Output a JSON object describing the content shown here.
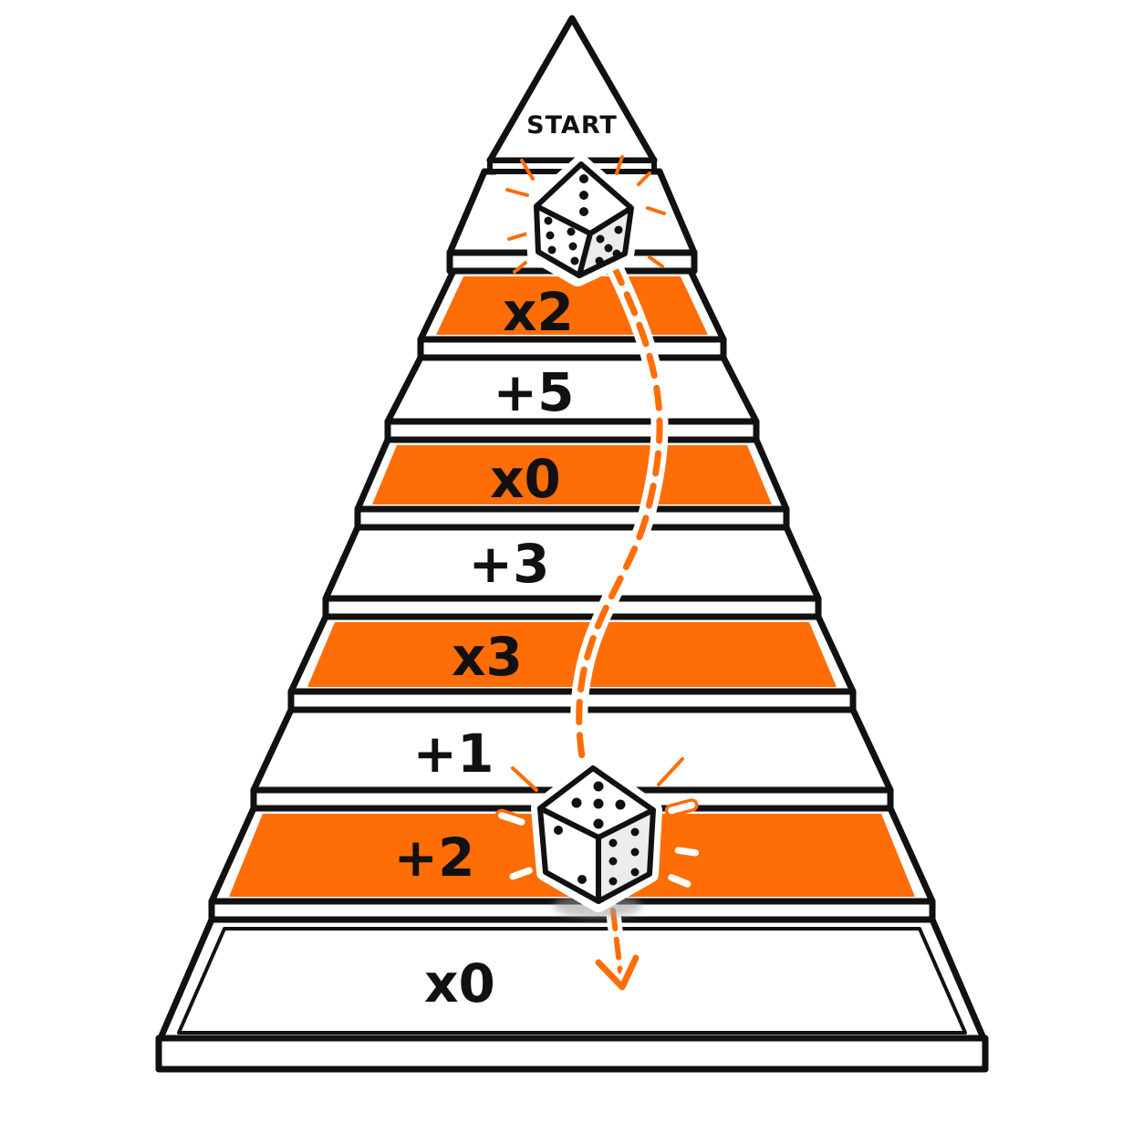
{
  "board": {
    "start_label": "START",
    "steps": [
      {
        "label": "",
        "style": "white"
      },
      {
        "label": "x2",
        "style": "orange"
      },
      {
        "label": "+5",
        "style": "white"
      },
      {
        "label": "x0",
        "style": "orange"
      },
      {
        "label": "+3",
        "style": "white"
      },
      {
        "label": "x3",
        "style": "orange"
      },
      {
        "label": "+1",
        "style": "white"
      },
      {
        "label": "+2",
        "style": "orange"
      },
      {
        "label": "x0",
        "style": "white"
      }
    ]
  },
  "dice": {
    "start_die": {
      "top_face": 3,
      "left_face": 6,
      "right_face": 5
    },
    "end_die": {
      "top_face": 5,
      "left_face": 2,
      "right_face": 6
    }
  },
  "colors": {
    "accent": "#ff6d06",
    "outline": "#111111",
    "background": "#ffffff"
  }
}
